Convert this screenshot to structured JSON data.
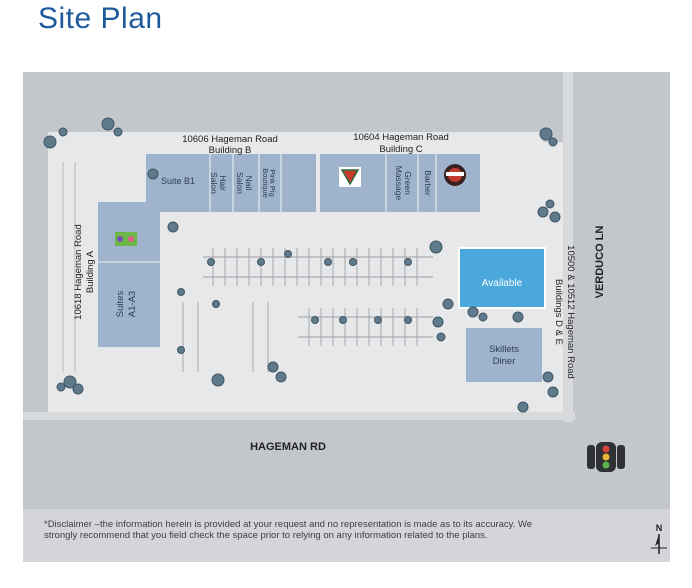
{
  "title": "Site Plan",
  "buildings": {
    "b_label": "10606 Hageman Road",
    "b_sub": "Building B",
    "c_label": "10604 Hageman Road",
    "c_sub": "Building C",
    "a_label": "10618 Hageman Road",
    "a_sub": "Building A",
    "de_label": "10500 & 10512 Hageman Road",
    "de_sub": "Buildings D & E"
  },
  "suites": {
    "suite_b1": "Suite B1",
    "hair_salon_1": "Hair",
    "hair_salon_2": "Salon",
    "nail_salon_1": "Nail",
    "nail_salon_2": "Salon",
    "pink_pig_1": "Pink Pig",
    "pink_pig_2": "Boutique",
    "green_massage_1": "Green",
    "green_massage_2": "Massage",
    "barber": "Barber",
    "suites_a_1": "Suites",
    "suites_a_2": "A1-A3",
    "available": "Available",
    "skillets_1": "Skillets",
    "skillets_2": "Diner"
  },
  "streets": {
    "hageman": "HAGEMAN RD",
    "verduco": "VERDUCO LN"
  },
  "north": "N",
  "disclaimer": "*Disclaimer –the information herein is provided at your request and no representation is made as to its accuracy. We strongly recommend that you field check the space prior to relying on any information related to the plans.",
  "colors": {
    "title": "#1f5a9c",
    "building": "#9fb4cc",
    "available": "#4aa8dc",
    "road": "#c3c6ca",
    "lot": "#e6e7e8",
    "tree": "#5f7a8a"
  }
}
